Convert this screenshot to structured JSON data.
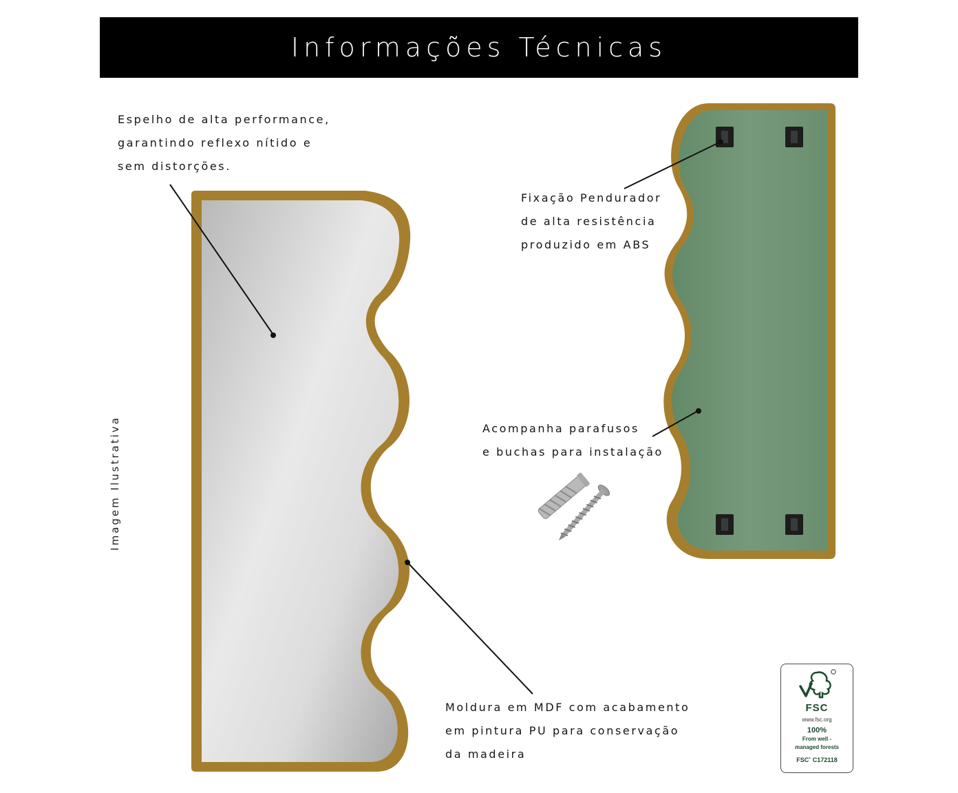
{
  "header": {
    "title": "Informações Técnicas"
  },
  "callouts": {
    "mirror": [
      "Espelho de alta performance,",
      "garantindo reflexo nítido e",
      "sem distorções."
    ],
    "hanger": [
      "Fixação Pendurador",
      "de alta resistência",
      "produzido em ABS"
    ],
    "screws": [
      "Acompanha parafusos",
      "e buchas para instalação"
    ],
    "frame": [
      "Moldura em MDF com acabamento",
      "em pintura PU para conservação",
      "da madeira"
    ]
  },
  "side_note": "Imagem Ilustrativa",
  "fsc": {
    "name": "FSC",
    "url": "www.fsc.org",
    "percent": "100%",
    "desc_line1": "From well -",
    "desc_line2": "managed forests",
    "code": "FSC˚ C172118"
  },
  "colors": {
    "frame_gold": "#a57f2e",
    "back_green": "#6f9474",
    "header_bg": "#000000",
    "fsc_green": "#1d4b2e"
  }
}
